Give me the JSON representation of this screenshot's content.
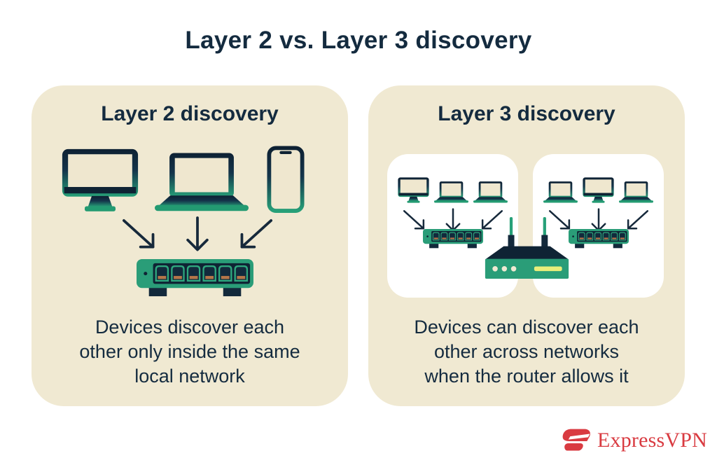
{
  "title": "Layer 2 vs. Layer 3 discovery",
  "left_panel": {
    "heading": "Layer 2 discovery",
    "caption_lines": [
      "Devices discover each",
      "other only inside the same",
      "local network"
    ],
    "icons": [
      "desktop-monitor-icon",
      "laptop-icon",
      "smartphone-icon",
      "down-arrows-icon",
      "network-switch-icon"
    ]
  },
  "right_panel": {
    "heading": "Layer 3 discovery",
    "networks": [
      {
        "icons": [
          "desktop-monitor-icon",
          "laptop-icon",
          "laptop-icon",
          "down-arrows-icon",
          "network-switch-icon"
        ]
      },
      {
        "icons": [
          "laptop-icon",
          "desktop-monitor-icon",
          "laptop-icon",
          "down-arrows-icon",
          "network-switch-icon"
        ]
      }
    ],
    "router_icon": "wifi-router-icon",
    "caption_lines": [
      "Devices can discover each",
      "other across networks",
      "when the router allows it"
    ]
  },
  "footer": {
    "brand": "ExpressVPN",
    "logo_icon": "expressvpn-logo-icon"
  },
  "colors": {
    "background": "#ffffff",
    "panel_beige": "#f0e9d2",
    "card_white": "#ffffff",
    "dark_navy": "#142b3f",
    "device_green": "#2a9d78",
    "screen_beige": "#efe7cf",
    "port_orange": "#b5764a",
    "router_led_yellow": "#e9ee7b",
    "brand_red": "#d93b41"
  }
}
